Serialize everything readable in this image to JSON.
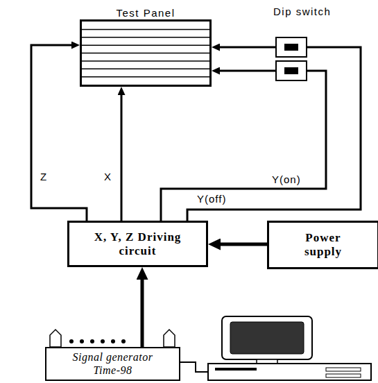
{
  "diagram": {
    "nodes": [
      {
        "text": [
          "Test Panel"
        ]
      },
      {
        "text": [
          "X, Y, Z Driving circuit"
        ]
      },
      {
        "text": [
          "Power supply"
        ]
      },
      {
        "text": [
          "Signal generator Time-98"
        ]
      }
    ],
    "edges": [
      {
        "from": 1,
        "to": 0,
        "label": "Z",
        "arrow": "to"
      },
      {
        "from": 1,
        "to": 0,
        "label": "X",
        "arrow": "to"
      },
      {
        "from": 1,
        "to": 0,
        "label": "Y(on)",
        "arrow": "to"
      },
      {
        "from": 1,
        "to": 0,
        "label": "Y(off)",
        "arrow": "to"
      },
      {
        "from": 2,
        "to": 1,
        "arrow": "to"
      },
      {
        "from": 3,
        "to": 1,
        "arrow": "to"
      }
    ],
    "labels": [
      "Dip switch"
    ]
  }
}
